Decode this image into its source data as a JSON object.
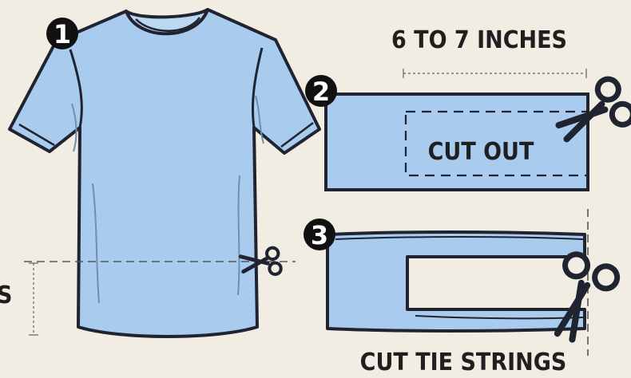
{
  "steps": {
    "step1": {
      "number": "1"
    },
    "step2": {
      "number": "2",
      "dimension_label": "6 TO 7 INCHES",
      "cut_label": "CUT OUT"
    },
    "step3": {
      "number": "3",
      "cut_label": "CUT TIE STRINGS"
    },
    "left_edge_label": "S"
  },
  "colors": {
    "background": "#f2ede3",
    "fabric": "#a9cbed",
    "outline": "#1f2430",
    "badge": "#111111"
  },
  "icons": [
    "scissors-icon"
  ]
}
